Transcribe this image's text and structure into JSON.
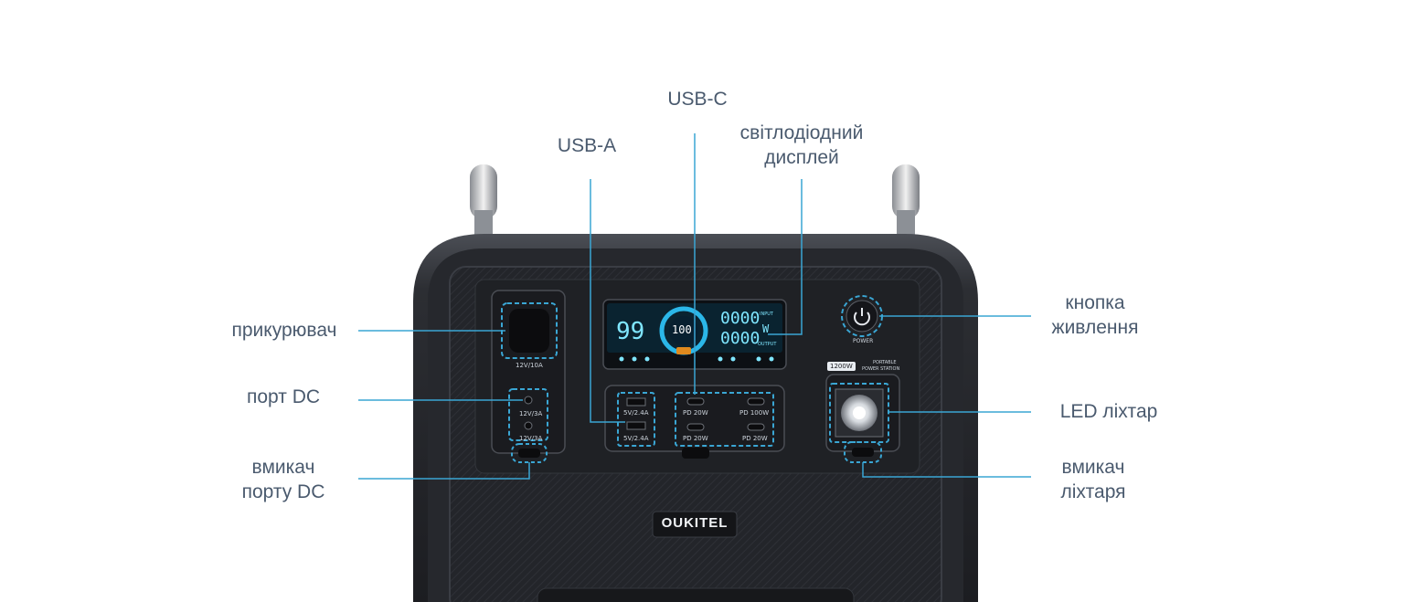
{
  "callouts": {
    "usb_c": "USB-C",
    "usb_a": "USB-A",
    "display_line1": "світлодіодний",
    "display_line2": "дисплей",
    "lighter": "прикурювач",
    "dc_port": "порт DC",
    "dc_switch_line1": "вмикач",
    "dc_switch_line2": "порту DC",
    "power_button_line1": "кнопка",
    "power_button_line2": "живлення",
    "led_lamp": "LED ліхтар",
    "lamp_switch_line1": "вмикач",
    "lamp_switch_line2": "ліхтаря"
  },
  "device": {
    "brand": "OUKITEL",
    "power_label": "POWER",
    "capacity_badge": "1200W",
    "model_line1": "PORTABLE",
    "model_line2": "POWER STATION",
    "lighter_rating": "12V/10A",
    "dc_rating_1": "12V/3A",
    "dc_rating_2": "12V/3A",
    "usb_a_1": "5V/2.4A",
    "usb_a_2": "5V/2.4A",
    "usb_c_1": "PD 20W",
    "usb_c_2": "PD 100W",
    "usb_c_3": "PD 20W",
    "usb_c_4": "PD 20W"
  },
  "display": {
    "battery_percent": "99",
    "ring_percent": "100",
    "input_value": "0000",
    "output_value": "0000",
    "unit": "W",
    "input_label": "INPUT",
    "output_label": "OUTPUT"
  },
  "colors": {
    "callout_line": "#3aa6d4",
    "callout_text": "#4a5a6e",
    "device_body": "#2a2c31",
    "display_cyan": "#7fe6ff"
  }
}
